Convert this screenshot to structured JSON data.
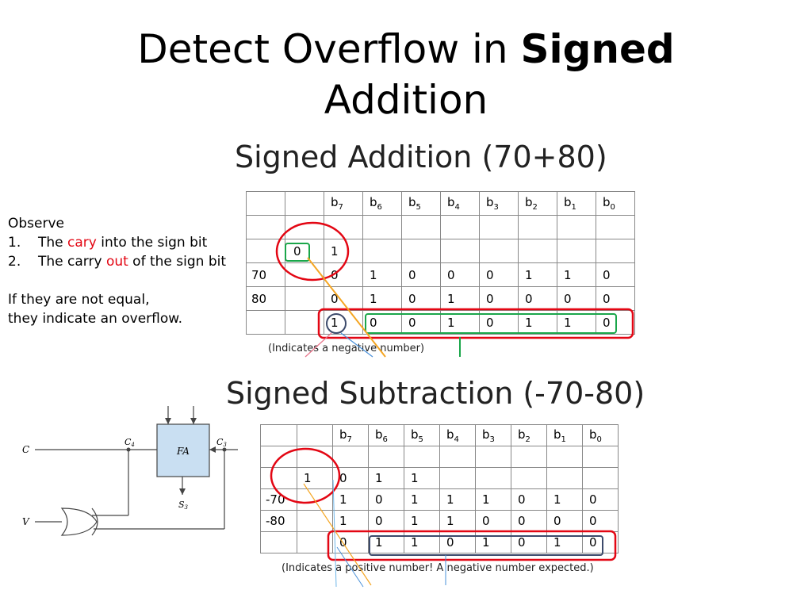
{
  "title_pre": "Detect Overflow in ",
  "title_bold": "Signed",
  "title_post": "Addition",
  "add_heading": "Signed Addition (70+80)",
  "sub_heading": "Signed Subtraction (-70-80)",
  "observe": {
    "heading": "Observe",
    "item1_num": "1.",
    "item1_pre": "The ",
    "item1_red": "cary",
    "item1_post": " into the sign bit",
    "item2_num": "2.",
    "item2_pre": "The carry ",
    "item2_red": "out",
    "item2_post": " of the sign bit",
    "line1": "If they are not equal,",
    "line2": "they indicate an overflow."
  },
  "bit_headers": [
    "7",
    "6",
    "5",
    "4",
    "3",
    "2",
    "1",
    "0"
  ],
  "bit_prefix": "b",
  "addition": {
    "carry_into_sign": "0",
    "carry_out_sign": "1",
    "row1_label": "70",
    "row1_bits": [
      "0",
      "1",
      "0",
      "0",
      "0",
      "1",
      "1",
      "0"
    ],
    "row2_label": "80",
    "row2_bits": [
      "0",
      "1",
      "0",
      "1",
      "0",
      "0",
      "0",
      "0"
    ],
    "result_bits": [
      "1",
      "0",
      "0",
      "1",
      "0",
      "1",
      "1",
      "0"
    ],
    "note": "(Indicates a negative number)"
  },
  "subtraction": {
    "carry_in": "1",
    "row0_bits": [
      "0",
      "1",
      "1"
    ],
    "row1_label": "-70",
    "row1_bits": [
      "1",
      "0",
      "1",
      "1",
      "1",
      "0",
      "1",
      "0"
    ],
    "row2_label": "-80",
    "row2_bits": [
      "1",
      "0",
      "1",
      "1",
      "0",
      "0",
      "0",
      "0"
    ],
    "result_bits": [
      "0",
      "1",
      "1",
      "0",
      "1",
      "0",
      "1",
      "0"
    ],
    "note": "(Indicates a positive number! A negative number expected.)"
  },
  "circuit": {
    "c_label": "C",
    "v_label": "V",
    "c4_main": "C",
    "c4_sub": "4",
    "c3_main": "C",
    "c3_sub": "3",
    "fa_label": "FA",
    "s3_main": "S",
    "s3_sub": "3"
  },
  "colors": {
    "red": "#e30613",
    "green": "#1aa64a",
    "orange": "#f5a623",
    "blue": "#4a90d9",
    "dark_blue": "#3c4a6b",
    "fa_fill": "#c9dff2"
  }
}
